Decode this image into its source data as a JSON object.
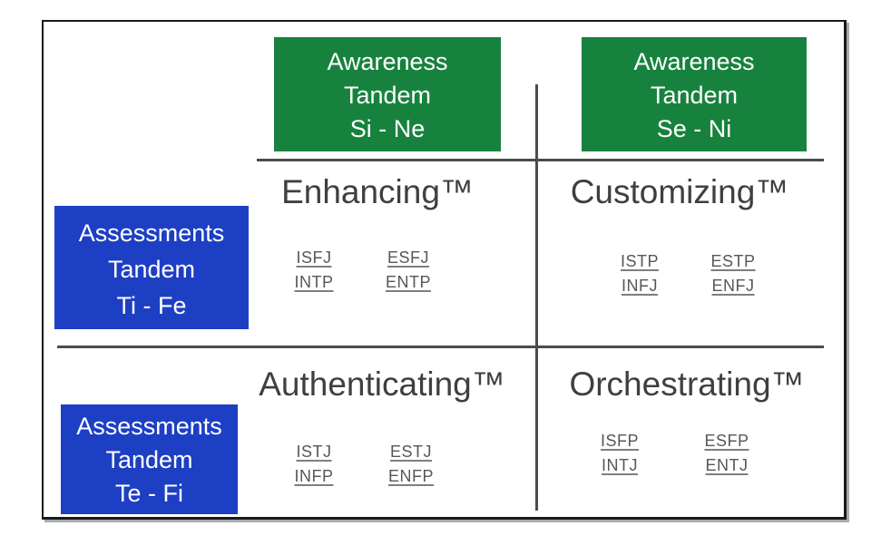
{
  "colors": {
    "green": "#17823E",
    "blue": "#1D3FC4",
    "line": "#4A4B4D",
    "title": "#3E3F41",
    "type": "#55575A",
    "border": "#1A1A1A",
    "shadow": "#A7ABAF"
  },
  "awareness_tandems": [
    {
      "lines": [
        "Awareness",
        "Tandem",
        "Si - Ne"
      ]
    },
    {
      "lines": [
        "Awareness",
        "Tandem",
        "Se - Ni"
      ]
    }
  ],
  "assessments_tandems": [
    {
      "lines": [
        "Assessments",
        "Tandem",
        "Ti - Fe"
      ]
    },
    {
      "lines": [
        "Assessments",
        "Tandem",
        "Te - Fi"
      ]
    }
  ],
  "quadrants": [
    {
      "title": "Enhancing™",
      "types": [
        [
          "ISFJ",
          "ESFJ"
        ],
        [
          "INTP",
          "ENTP"
        ]
      ]
    },
    {
      "title": "Customizing™",
      "types": [
        [
          "ISTP",
          "ESTP"
        ],
        [
          "INFJ",
          "ENFJ"
        ]
      ]
    },
    {
      "title": "Authenticating™",
      "types": [
        [
          "ISTJ",
          "ESTJ"
        ],
        [
          "INFP",
          "ENFP"
        ]
      ]
    },
    {
      "title": "Orchestrating™",
      "types": [
        [
          "ISFP",
          "ESFP"
        ],
        [
          "INTJ",
          "ENTJ"
        ]
      ]
    }
  ]
}
